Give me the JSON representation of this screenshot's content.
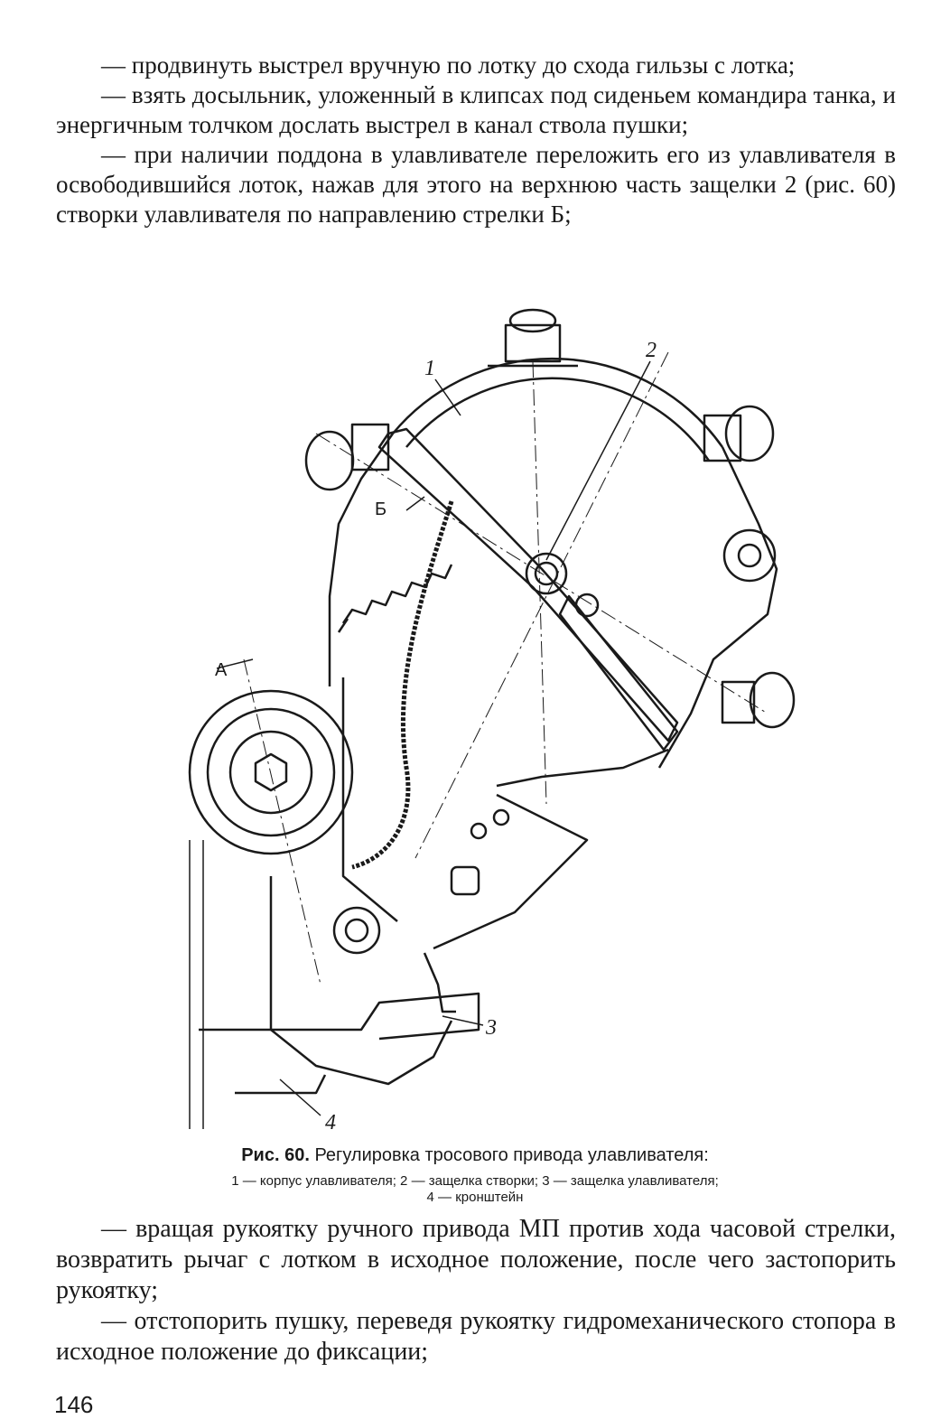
{
  "top_paragraphs": [
    "— продвинуть выстрел вручную по лотку до схода гильзы с лотка;",
    "— взять досыльник, уложенный в клипсах под сиденьем командира танка, и энергичным толчком дослать выстрел в канал ствола пушки;",
    "— при наличии поддона в улавливателе переложить его из улавливателя в освободившийся лоток, нажав для этого на верхнюю часть защелки 2 (рис. 60) створки улавливателя по направлению стрелки Б;"
  ],
  "figure": {
    "labels": {
      "l1": "1",
      "l2": "2",
      "l3": "3",
      "l4": "4",
      "lA": "А",
      "lB": "Б"
    },
    "caption": {
      "prefix": "Рис. 60.",
      "title": "Регулировка тросового привода улавливателя:",
      "legend_line1": "1 — корпус улавливателя; 2 — защелка створки; 3 — защелка улавливателя;",
      "legend_line2": "4 — кронштейн"
    }
  },
  "bottom_paragraphs": [
    "— вращая рукоятку ручного привода МП против хода часовой стрелки, возвратить рычаг с лотком в исходное положение, после чего застопорить рукоятку;",
    "— отстопорить пушку, переведя рукоятку гидромеханического стопора в исходное положение до фиксации;"
  ],
  "page_number": "146"
}
